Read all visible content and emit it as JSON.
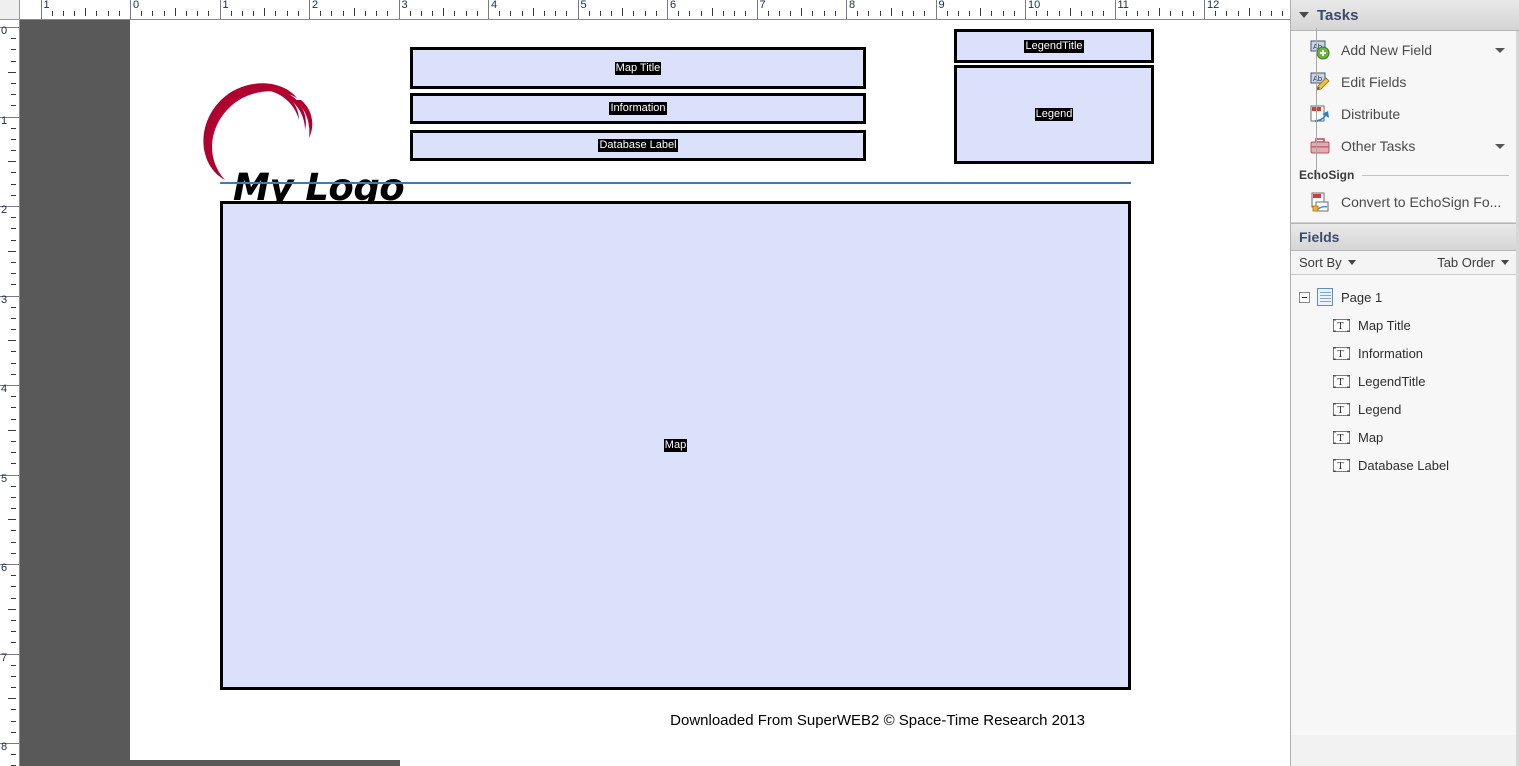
{
  "rulers": {
    "horizontal_labels": [
      "1",
      "0",
      "1",
      "2",
      "3",
      "4",
      "5",
      "6",
      "7",
      "8",
      "9",
      "10",
      "11",
      "12"
    ],
    "vertical_labels": [
      "0",
      "1",
      "2",
      "3",
      "4",
      "5",
      "6",
      "7",
      "8"
    ],
    "unit": "inches"
  },
  "document": {
    "logo": {
      "text": "My Logo",
      "swoosh_color": "#b00030",
      "text_color": "#000000"
    },
    "divider_color": "#4878aa",
    "field_fill_color": "#dce1fb",
    "field_border_color": "#000000",
    "fields": [
      {
        "name": "map-title",
        "label": "Map Title"
      },
      {
        "name": "information",
        "label": "Information"
      },
      {
        "name": "database-label",
        "label": "Database Label"
      },
      {
        "name": "legend-title",
        "label": "LegendTitle"
      },
      {
        "name": "legend",
        "label": "Legend"
      },
      {
        "name": "map",
        "label": "Map"
      }
    ],
    "footer": "Downloaded From SuperWEB2 © Space-Time Research 2013"
  },
  "panel": {
    "tasks": {
      "title": "Tasks",
      "collapse_icon": "triangle-down-icon",
      "items": [
        {
          "label": "Add New Field",
          "icon": "add-field-icon",
          "has_caret": true
        },
        {
          "label": "Edit Fields",
          "icon": "edit-fields-icon",
          "has_caret": true
        },
        {
          "label": "Distribute",
          "icon": "distribute-icon",
          "has_caret": false
        },
        {
          "label": "Other Tasks",
          "icon": "briefcase-icon",
          "has_caret": true
        }
      ],
      "section": {
        "label": "EchoSign",
        "items": [
          {
            "label": "Convert to EchoSign Fo...",
            "icon": "echosign-convert-icon",
            "has_caret": false
          }
        ]
      }
    },
    "fields": {
      "title": "Fields",
      "sort_by_label": "Sort By",
      "tab_order_label": "Tab Order",
      "tree": {
        "root": {
          "label": "Page 1",
          "icon": "page-icon",
          "expanded": true
        },
        "children": [
          {
            "label": "Map Title",
            "icon": "text-field-icon"
          },
          {
            "label": "Information",
            "icon": "text-field-icon"
          },
          {
            "label": "LegendTitle",
            "icon": "text-field-icon"
          },
          {
            "label": "Legend",
            "icon": "text-field-icon"
          },
          {
            "label": "Map",
            "icon": "text-field-icon"
          },
          {
            "label": "Database Label",
            "icon": "text-field-icon"
          }
        ]
      }
    }
  }
}
